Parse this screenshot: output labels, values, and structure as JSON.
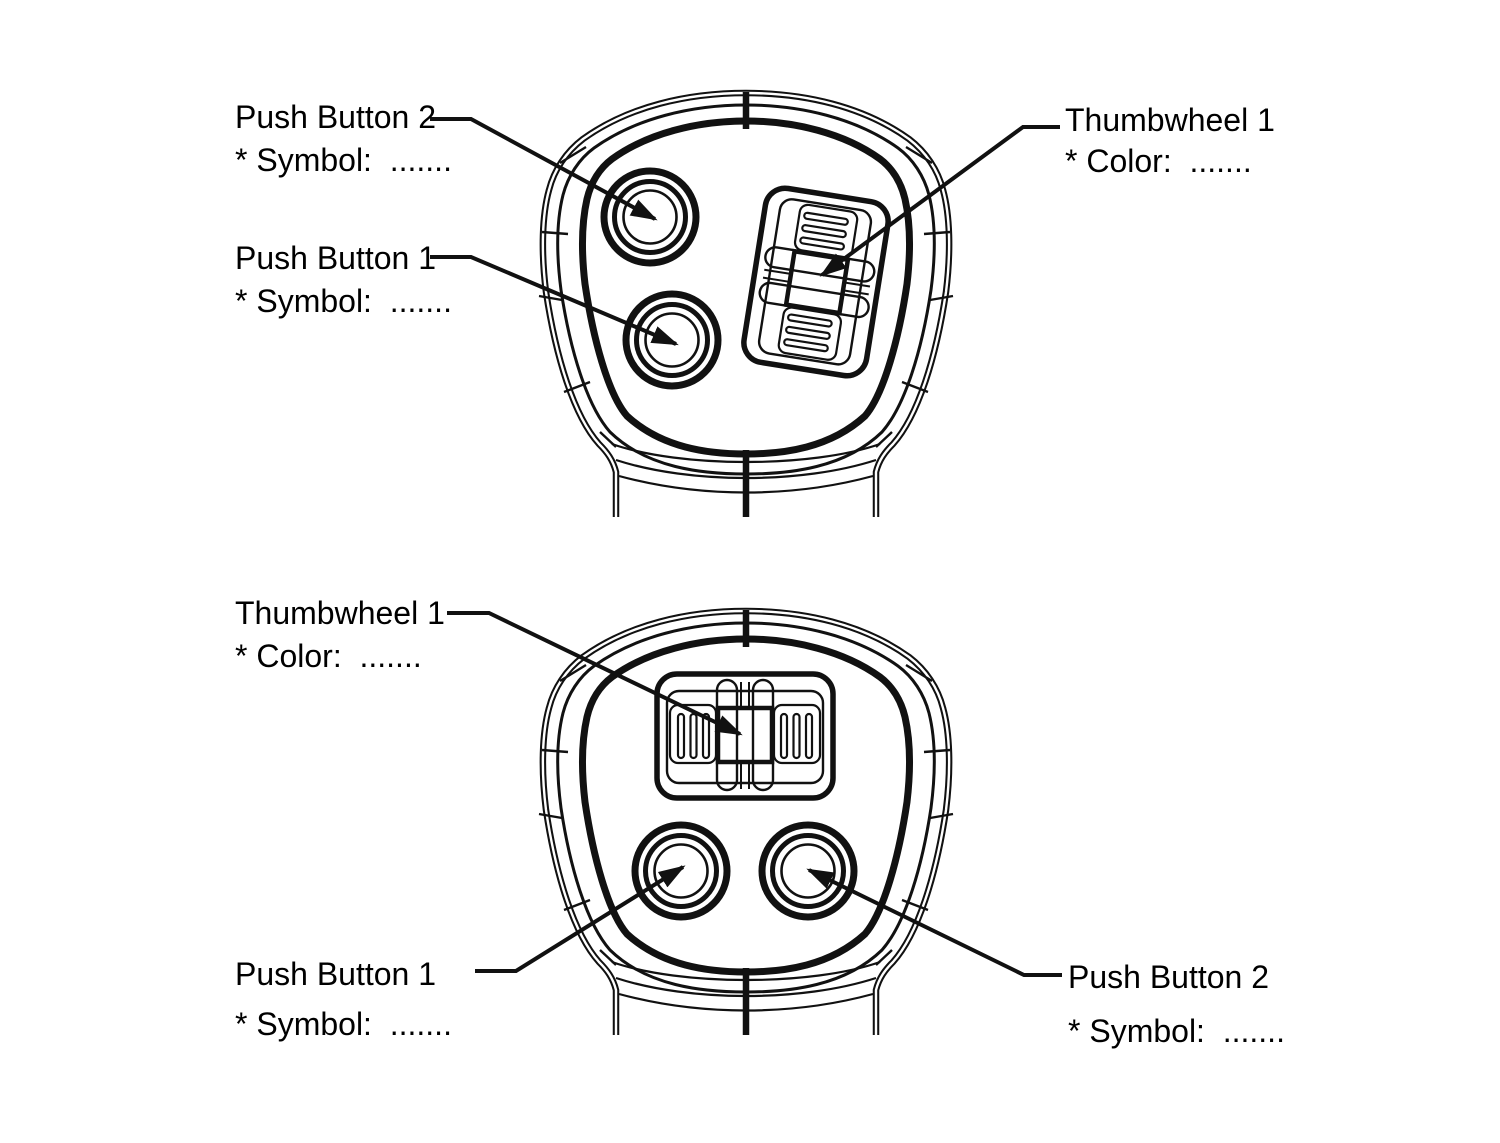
{
  "colors": {
    "ink": "#111111",
    "paper": "#ffffff"
  },
  "top_view": {
    "push_button_2": {
      "title": "Push Button 2",
      "property": "* Symbol:  ......."
    },
    "push_button_1": {
      "title": "Push Button 1",
      "property": "* Symbol:  ......."
    },
    "thumbwheel_1": {
      "title": "Thumbwheel 1",
      "property": "* Color:  ......."
    }
  },
  "bottom_view": {
    "thumbwheel_1": {
      "title": "Thumbwheel 1",
      "property": "* Color:  ......."
    },
    "push_button_1": {
      "title": "Push Button 1",
      "property": "* Symbol:  ......."
    },
    "push_button_2": {
      "title": "Push Button 2",
      "property": "* Symbol:  ......."
    }
  }
}
